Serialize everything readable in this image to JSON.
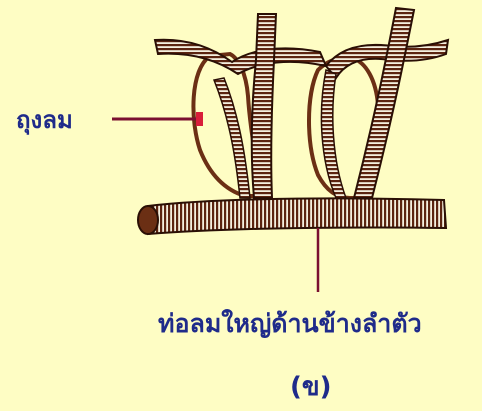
{
  "labels": {
    "air_sac": "ถุงลม",
    "lateral_trunk": "ท่อลมใหญ่ด้านข้างลำตัว",
    "panel": "(ข)"
  },
  "colors": {
    "background": "#fefdc4",
    "tube_brown": "#6b2f14",
    "ring_dark": "#2a0f05",
    "label_blue": "#1f2b8a",
    "pointer_line": "#7a1030",
    "pointer_tip": "#d81e3a"
  }
}
